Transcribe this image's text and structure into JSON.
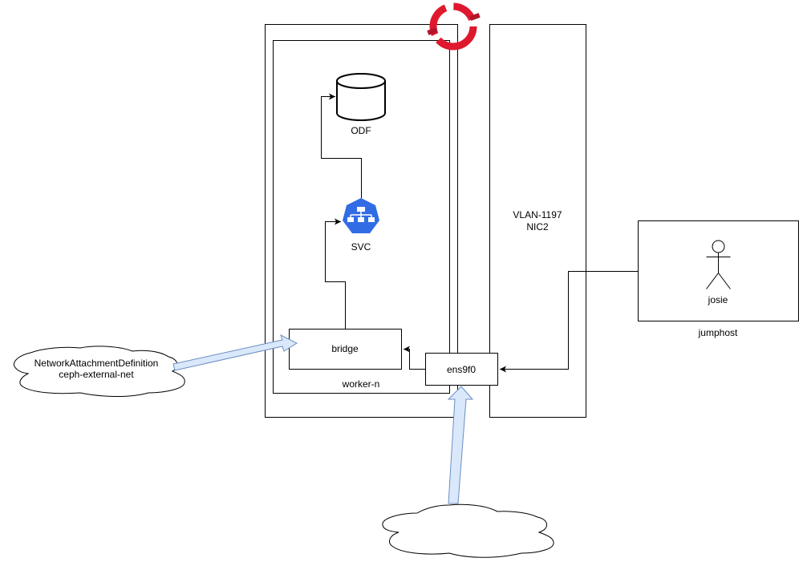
{
  "diagram": {
    "nodes": {
      "odf": {
        "label": "ODF",
        "icon": "database-cylinder-icon"
      },
      "svc": {
        "label": "SVC",
        "icon": "kubernetes-service-icon"
      },
      "bridge": {
        "label": "bridge"
      },
      "worker": {
        "label": "worker-n"
      },
      "ens9f0": {
        "label": "ens9f0"
      },
      "vlan": {
        "line1": "VLAN-1197",
        "line2": "NIC2"
      },
      "jumphost": {
        "label": "jumphost"
      },
      "user": {
        "label": "josie",
        "icon": "actor-stick-figure-icon"
      },
      "nad_cloud": {
        "line1": "NetworkAttachmentDefinition",
        "line2": "ceph-external-net"
      },
      "bottom_cloud": {
        "label": ""
      },
      "logo": {
        "icon": "openshift-logo-icon"
      }
    },
    "colors": {
      "stroke": "#000000",
      "svc_blue": "#326ce5",
      "arrow_fill": "#dae8fc",
      "arrow_stroke": "#6c8ebf",
      "logo_red": "#e0182d",
      "logo_dark": "#b3152a"
    },
    "edges": [
      {
        "from": "svc",
        "to": "odf"
      },
      {
        "from": "bridge",
        "to": "svc"
      },
      {
        "from": "ens9f0",
        "to": "bridge"
      },
      {
        "from": "jumphost",
        "to": "ens9f0"
      },
      {
        "from": "nad_cloud",
        "to": "bridge",
        "style": "block-arrow"
      },
      {
        "from": "bottom_cloud",
        "to": "ens9f0",
        "style": "block-arrow"
      }
    ]
  }
}
